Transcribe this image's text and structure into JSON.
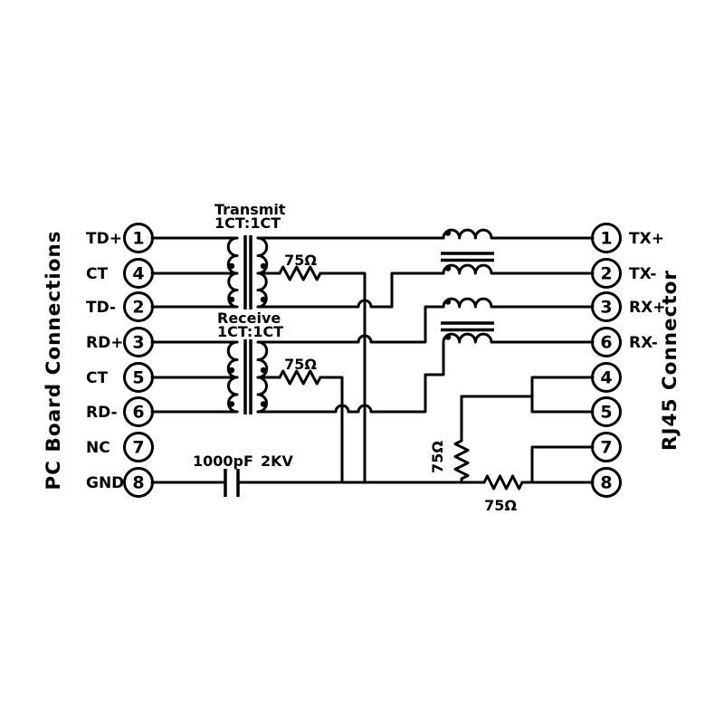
{
  "page": {
    "background": "#ffffff",
    "ink": "#000000"
  },
  "headers": {
    "left": "PC Board Connections",
    "right": "RJ45 Connector"
  },
  "transformers": [
    {
      "name": "Transmit",
      "ratio": "1CT:1CT"
    },
    {
      "name": "Receive",
      "ratio": "1CT:1CT"
    }
  ],
  "capacitor": {
    "value": "1000pF",
    "rating": "2KV"
  },
  "resistors": {
    "transmit": "75Ω",
    "receive": "75Ω",
    "termination_vertical": "75Ω",
    "termination_horizontal": "75Ω"
  },
  "left_pins": [
    {
      "number": "1",
      "label": "TD+"
    },
    {
      "number": "4",
      "label": "CT"
    },
    {
      "number": "2",
      "label": "TD-"
    },
    {
      "number": "3",
      "label": "RD+"
    },
    {
      "number": "5",
      "label": "CT"
    },
    {
      "number": "6",
      "label": "RD-"
    },
    {
      "number": "7",
      "label": "NC"
    },
    {
      "number": "8",
      "label": "GND"
    }
  ],
  "right_pins": [
    {
      "number": "1",
      "label": "TX+"
    },
    {
      "number": "2",
      "label": "TX-"
    },
    {
      "number": "3",
      "label": "RX+"
    },
    {
      "number": "6",
      "label": "RX-"
    },
    {
      "number": "4",
      "label": ""
    },
    {
      "number": "5",
      "label": ""
    },
    {
      "number": "7",
      "label": ""
    },
    {
      "number": "8",
      "label": ""
    }
  ]
}
